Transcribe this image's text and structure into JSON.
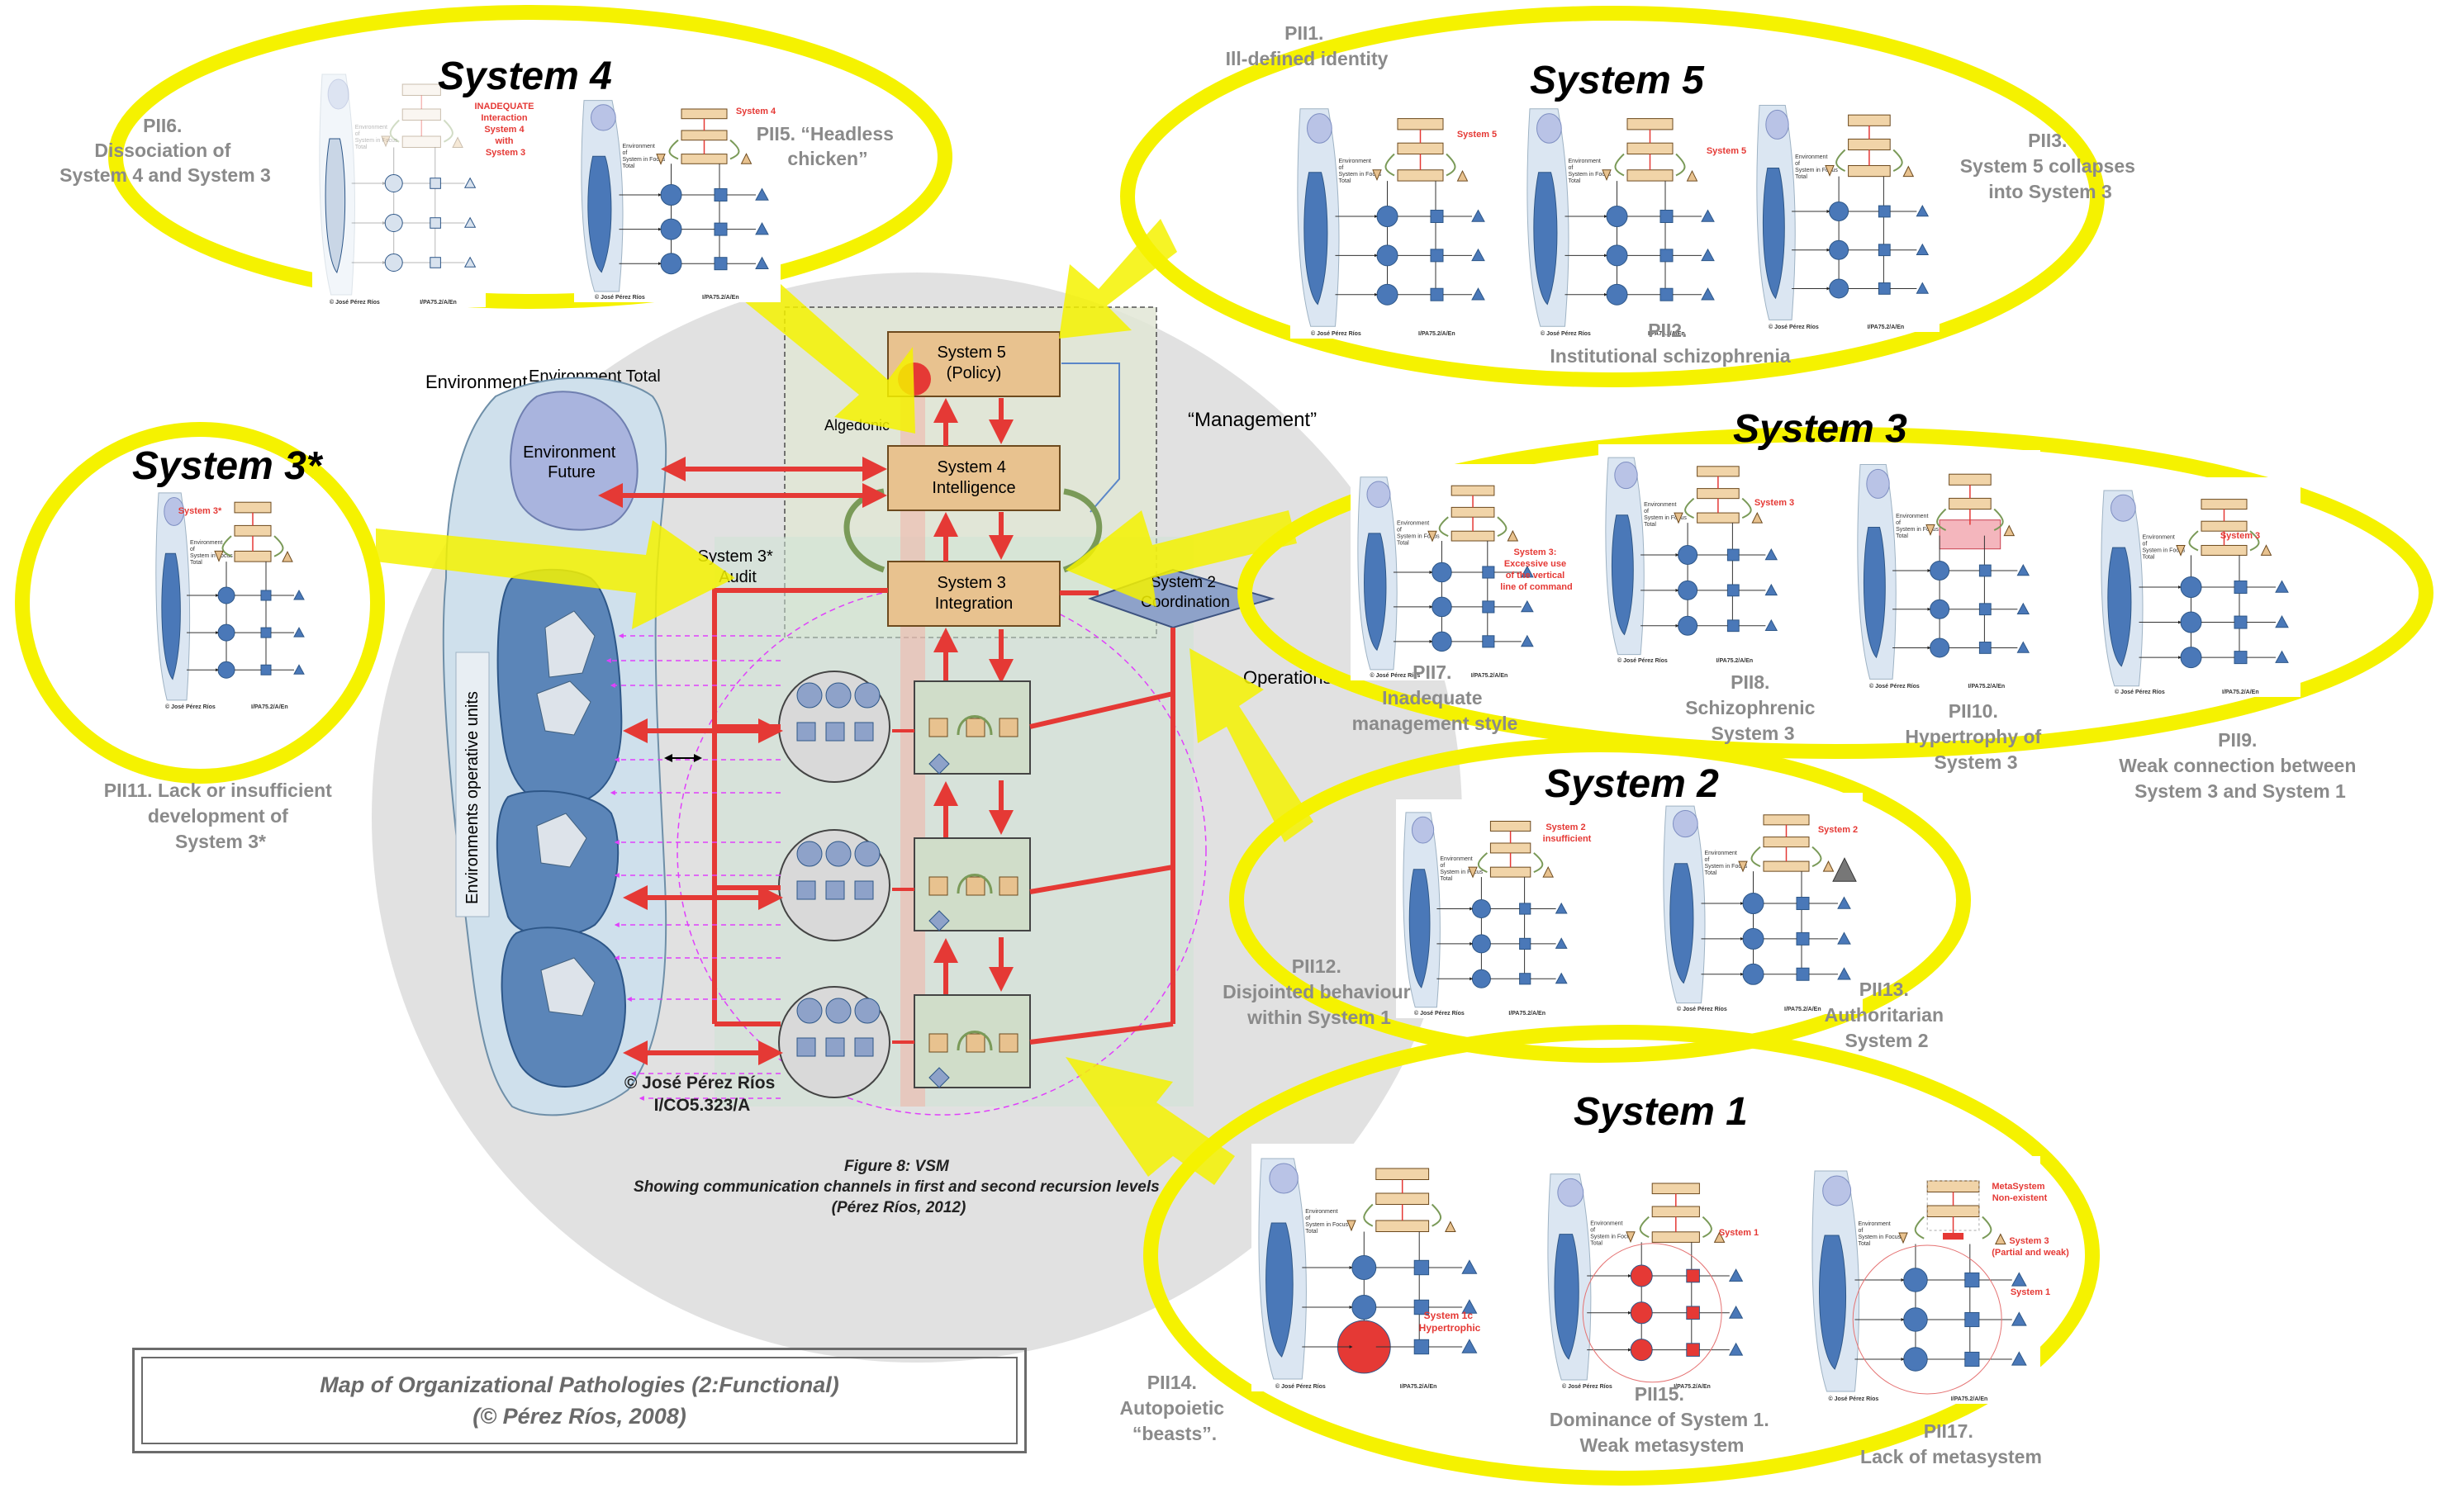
{
  "central": {
    "environment_label": "Environment",
    "environment_total_label": "Environment Total",
    "environment_future_label": [
      "Environment",
      "Future"
    ],
    "environments_operative_units_label": "Environments operative units",
    "management_label": "“Management”",
    "operations_label": "Operations",
    "algedonic_label": "Algedonic",
    "s5_label": [
      "System 5",
      "(Policy)"
    ],
    "s4_label": [
      "System 4",
      "Intelligence"
    ],
    "s3_label": [
      "System 3",
      "Integration"
    ],
    "s3star_label": [
      "System 3*",
      "Audit"
    ],
    "s2_label": [
      "System 2",
      "Coordination"
    ],
    "copyright": [
      "© José Pérez Ríos",
      "I/CO5.323/A"
    ],
    "caption": [
      "Figure 8: VSM",
      "Showing communication channels in first and second recursion levels",
      "(Pérez Ríos, 2012)"
    ]
  },
  "groups": {
    "system4": {
      "title": "System 4",
      "pathologies": [
        {
          "lines": [
            "PII6.",
            "Dissociation of",
            "System 4 and System 3"
          ]
        },
        {
          "lines": [
            "PII5. “Headless",
            "chicken”"
          ]
        }
      ],
      "annotations": {
        "inadequate": [
          "INADEQUATE",
          "Interaction",
          "System 4",
          "with",
          "System 3"
        ],
        "s4": "System 4"
      }
    },
    "system5": {
      "title": "System 5",
      "pathologies": [
        {
          "lines": [
            "PII1.",
            "Ill-defined identity"
          ]
        },
        {
          "lines": [
            "PII2.",
            "Institutional schizophrenia"
          ]
        },
        {
          "lines": [
            "PII3.",
            "System 5 collapses",
            "into System 3"
          ]
        }
      ],
      "annotations": {
        "s5": "System 5"
      }
    },
    "system3star": {
      "title": "System 3*",
      "pathologies": [
        {
          "lines": [
            "PII11. Lack or insufficient",
            "development of",
            "System 3*"
          ]
        }
      ],
      "annotations": {
        "s3star": "System 3*"
      }
    },
    "system3": {
      "title": "System 3",
      "pathologies": [
        {
          "lines": [
            "PII7.",
            "Inadequate",
            "management style"
          ]
        },
        {
          "lines": [
            "PII8.",
            "Schizophrenic",
            "System 3"
          ]
        },
        {
          "lines": [
            "PII10.",
            "Hypertrophy of",
            "System 3"
          ]
        },
        {
          "lines": [
            "PII9.",
            "Weak connection between",
            "System 3 and System 1"
          ]
        }
      ],
      "annotations": {
        "excessive": [
          "System 3:",
          "Excessive use",
          "of the vertical",
          "line of command"
        ],
        "s3": "System 3"
      }
    },
    "system2": {
      "title": "System 2",
      "pathologies": [
        {
          "lines": [
            "PII12.",
            "Disjointed behaviour",
            "within System 1"
          ]
        },
        {
          "lines": [
            "PII13.",
            "Authoritarian",
            "System 2"
          ]
        }
      ],
      "annotations": {
        "insufficient": [
          "System 2",
          "insufficient"
        ],
        "s2": "System 2"
      }
    },
    "system1": {
      "title": "System 1",
      "pathologies": [
        {
          "lines": [
            "PII14.",
            "Autopoietic",
            "“beasts”."
          ]
        },
        {
          "lines": [
            "PII15.",
            "Dominance of System 1.",
            "Weak metasystem"
          ]
        },
        {
          "lines": [
            "PII17.",
            "Lack of metasystem"
          ]
        }
      ],
      "annotations": {
        "s1c": [
          "System 1c",
          "Hypertrophic"
        ],
        "s1": "System 1",
        "meta": [
          "MetaSystem",
          "Non-existent"
        ],
        "s3pw": [
          "System 3",
          "(Partial and weak)"
        ]
      }
    }
  },
  "thumb_text": {
    "env_small": [
      "Environment",
      "of",
      "System in Focus",
      "Total"
    ],
    "credit": "© José Pérez Ríos",
    "code": "I/PA75.2/A/En"
  },
  "reference": {
    "lines": [
      "Map of Organizational Pathologies (2:Functional)",
      "(© Pérez Ríos, 2008)"
    ]
  },
  "colors": {
    "highlight_yellow": "#f5f200",
    "arrow_red": "#e53935",
    "vsm_blue": "#4a78b8",
    "env_light": "#cfe0ec",
    "box_tan": "#e8c28f",
    "grey_label": "#8a8a8a"
  }
}
